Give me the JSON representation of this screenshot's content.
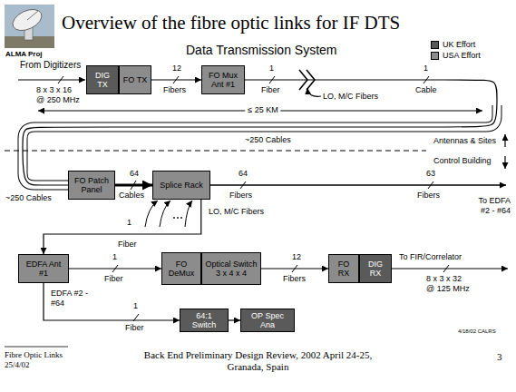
{
  "diagram": {
    "title": "Overview of the fibre optic links for IF DTS",
    "nodes": [
      {
        "text": [
          "DIG TX"
        ]
      },
      {
        "text": [
          "FO TX"
        ]
      },
      {
        "text": [
          "FO Mux Ant #1"
        ]
      },
      {
        "text": [
          "FO Patch Panel"
        ]
      },
      {
        "text": [
          "Splice Rack"
        ]
      },
      {
        "text": [
          "EDFA Ant #1"
        ]
      },
      {
        "text": [
          "FO DeMux"
        ]
      },
      {
        "text": [
          "Optical Switch 3 x 4 x 4"
        ]
      },
      {
        "text": [
          "FO RX"
        ]
      },
      {
        "text": [
          "DIG RX"
        ]
      },
      {
        "text": [
          "64:1 Switch"
        ]
      },
      {
        "text": [
          "OP Spec Ana"
        ]
      }
    ],
    "edges": [
      {
        "from": 1,
        "to": 2,
        "arrow": "to",
        "label": "12"
      },
      {
        "from": 2,
        "to": 3,
        "arrow": "none",
        "label": "1"
      },
      {
        "from": 3,
        "to": 4,
        "arrow": "to",
        "label": "64"
      },
      {
        "from": 4,
        "to": 5,
        "arrow": "to",
        "label": "1"
      },
      {
        "from": 5,
        "to": 6,
        "arrow": "to",
        "label": "1"
      },
      {
        "from": 7,
        "to": 8,
        "arrow": "to",
        "label": "12"
      },
      {
        "from": 5,
        "to": 10,
        "arrow": "to",
        "label": "1"
      },
      {
        "from": 10,
        "to": 11,
        "arrow": "to"
      }
    ],
    "labels": [
      "ALMA Proj",
      "Data Transmission System",
      "From Digitizers",
      "8 x 3 x 16",
      "@ 250 MHz",
      "Fibers",
      "Fiber",
      "1",
      "Cable",
      "LO, M/C Fibers",
      "≤ 25 KM",
      "~250 Cables",
      "Antennas & Sites",
      "Control Building",
      "~250 Cables",
      "Cables",
      "64",
      "Fibers",
      "63",
      "Fibers",
      "To EDFA #2 - #64",
      "LO, M/C Fibers",
      "Fiber",
      "Fiber",
      "Fibers",
      "To FIR/Correlator",
      "8 x 3 x 32",
      "@ 125 MHz",
      "EDFA #2 - #64",
      "Fiber",
      "4/18/02 CALRS",
      "Fibre Optic Links 25/4/02",
      "Back End Preliminary Design Review, 2002 April 24-25, Granada, Spain",
      "3"
    ],
    "legend": [
      {
        "text": "UK Effort",
        "color": "#5a5a5a"
      },
      {
        "text": "USA Effort",
        "color": "#8c8c8c"
      }
    ]
  }
}
